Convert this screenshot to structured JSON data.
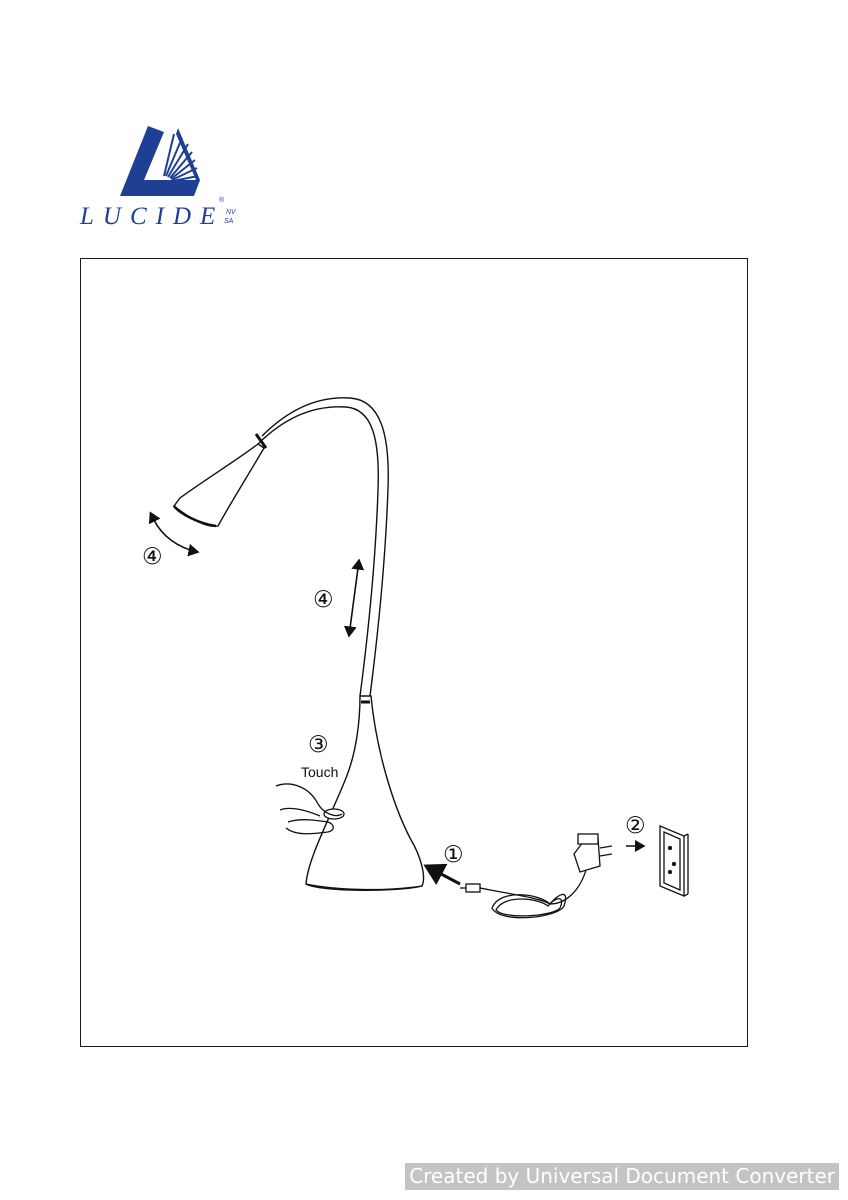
{
  "brand": {
    "name": "LUCIDE",
    "suffix_top": "NV",
    "suffix_bottom": "SA",
    "registered_mark": "®",
    "color": "#1f3f94"
  },
  "steps": {
    "step1": "①",
    "step2": "②",
    "step3": "③",
    "step4_head": "④",
    "step4_arm": "④"
  },
  "labels": {
    "touch": "Touch"
  },
  "icons": [
    "lucide-logo",
    "desk-lamp",
    "finger-touch",
    "power-adapter",
    "wall-socket",
    "arrow-icon"
  ],
  "footer": {
    "text": "Created by Universal Document Converter"
  }
}
